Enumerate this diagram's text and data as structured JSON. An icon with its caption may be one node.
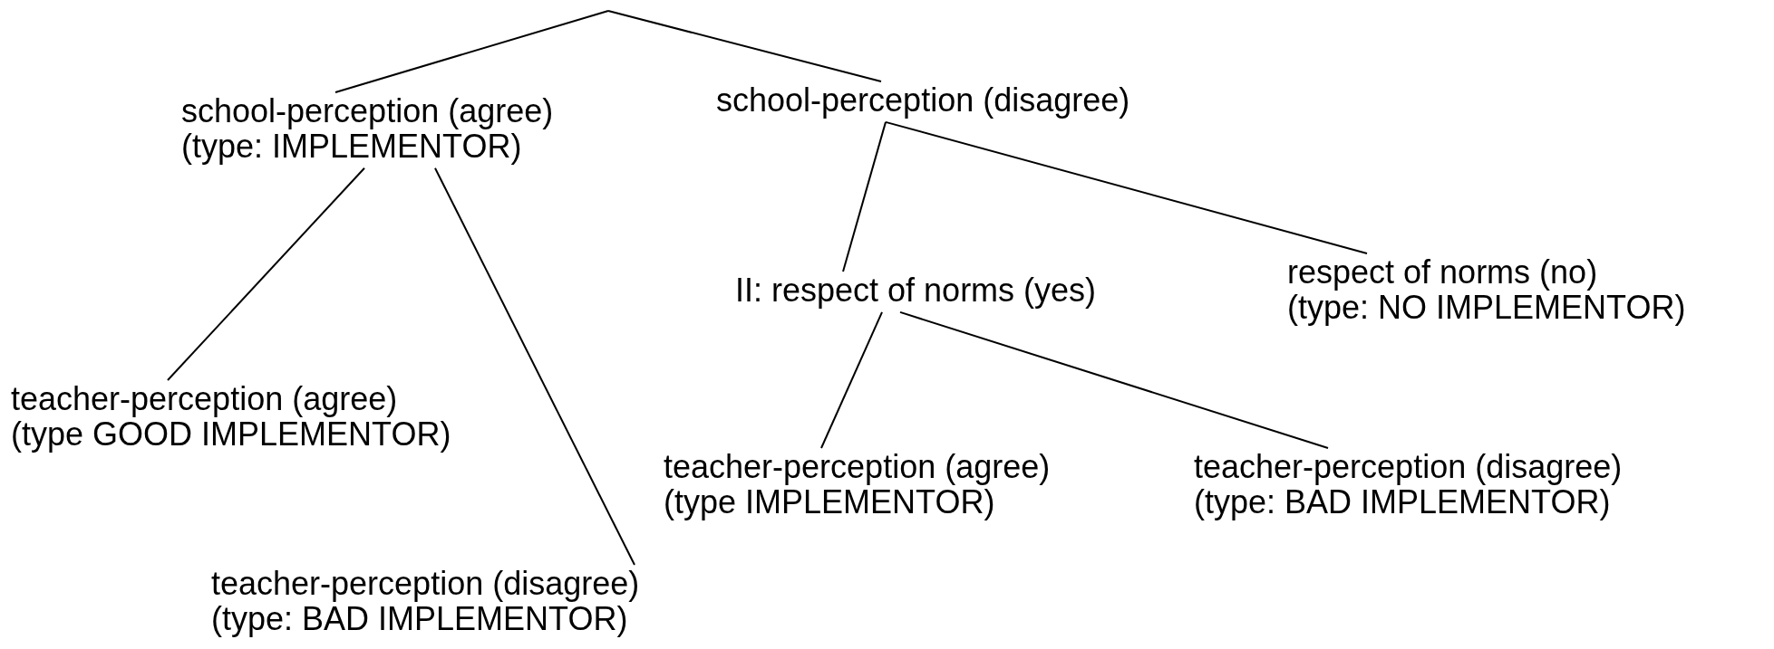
{
  "diagram": {
    "nodes": [
      {
        "text": [
          "school-perception (agree)",
          "(type: IMPLEMENTOR)"
        ]
      },
      {
        "text": [
          "school-perception (disagree)"
        ]
      },
      {
        "text": [
          "II: respect of norms (yes)"
        ]
      },
      {
        "text": [
          "respect of norms (no)",
          "(type: NO IMPLEMENTOR)"
        ]
      },
      {
        "text": [
          "teacher-perception (agree)",
          "(type GOOD IMPLEMENTOR)"
        ]
      },
      {
        "text": [
          "teacher-perception (disagree)",
          "(type: BAD IMPLEMENTOR)"
        ]
      },
      {
        "text": [
          "teacher-perception (agree)",
          "(type IMPLEMENTOR)"
        ]
      },
      {
        "text": [
          "teacher-perception (disagree)",
          "(type: BAD IMPLEMENTOR)"
        ]
      }
    ],
    "edges": [
      {
        "from": null,
        "to": 0,
        "arrow": "none"
      },
      {
        "from": null,
        "to": 1,
        "arrow": "none"
      },
      {
        "from": 0,
        "to": 4,
        "arrow": "none"
      },
      {
        "from": 0,
        "to": 5,
        "arrow": "none"
      },
      {
        "from": 1,
        "to": 2,
        "arrow": "none"
      },
      {
        "from": 1,
        "to": 3,
        "arrow": "none"
      },
      {
        "from": 2,
        "to": 6,
        "arrow": "none"
      },
      {
        "from": 2,
        "to": 7,
        "arrow": "none"
      }
    ]
  }
}
